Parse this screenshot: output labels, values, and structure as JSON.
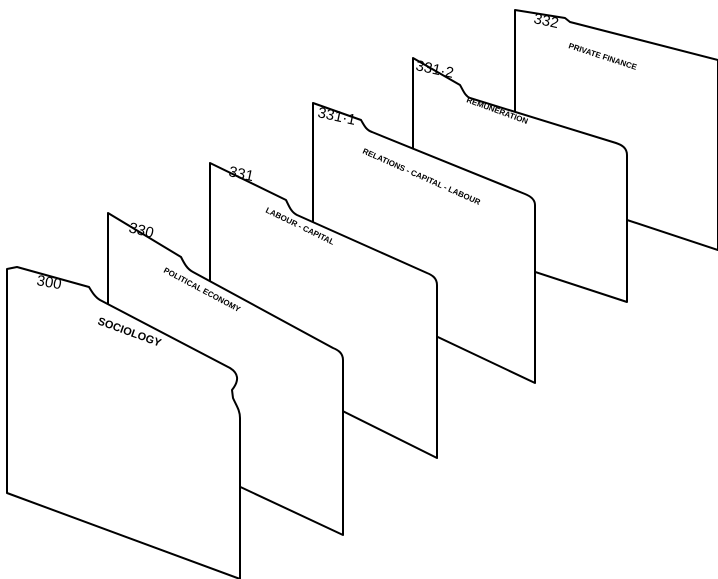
{
  "diagram": {
    "cards": [
      {
        "number": "300",
        "label": "SOCIOLOGY"
      },
      {
        "number": "330",
        "label": "POLITICAL ECONOMY"
      },
      {
        "number": "331",
        "label": "LABOUR - CAPITAL"
      },
      {
        "number": "331·1",
        "label": "RELATIONS - CAPITAL - LABOUR"
      },
      {
        "number": "331·2",
        "label": "REMUNERATION"
      },
      {
        "number": "332",
        "label": "PRIVATE FINANCE"
      }
    ],
    "colors": {
      "line": "#000000",
      "card_fill": "#ffffff",
      "background": "#ffffff"
    }
  }
}
